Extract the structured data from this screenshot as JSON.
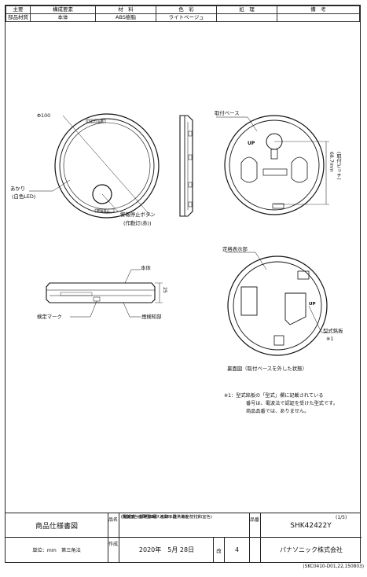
{
  "materials_table": {
    "headers": [
      "主要",
      "構成要素",
      "材　料",
      "色　彩",
      "処　理",
      "備　考"
    ],
    "row_label": "部品材質",
    "row": [
      "本体",
      "ABS樹脂",
      "ライトベージュ",
      "",
      ""
    ]
  },
  "labels": {
    "diameter": "Φ100",
    "akari": "あかり",
    "akari_sub": "(白色LED)",
    "stop_button": "警報停止ボタン",
    "stop_button_sub": "(作動灯(赤))",
    "base": "取付ベース",
    "pitch_dim": "68.7mm",
    "pitch_sub": "(取付ピッチ)",
    "body": "本体",
    "height_dim": "25",
    "check_mark": "検定マーク",
    "smoke_sensor": "煙検知部",
    "rating_label": "定格表示部",
    "model_plate": "型式銘板",
    "model_plate_note": "※1",
    "back_view": "裏面図（取付ベースを外した状態）",
    "device_top_text": "けむり当番",
    "device_bottom_text": "警報停止",
    "up_text": "UP",
    "note_1": "※1：型式銘板の「型式」欄に記載されている",
    "note_2": "番号は、電波法で認証を受けた型式です。",
    "note_3": "商品品番では、ありません。"
  },
  "title_block": {
    "doc_type": "商品仕様書図",
    "hin_label": "品名",
    "name_1": "けむり当番薄型2種",
    "name_2": "(電池式・ワイヤレス連動子器・あかり付)",
    "name_3": "(警報音・音声警報・AiSEG連携機能付)",
    "name_color": "(和室色)",
    "ban_label": "品番",
    "model": "SHK42422Y",
    "page": "(1/5)",
    "unit": "単位：mm　第三角法",
    "date_label": "作成",
    "date": "2020年　5月 28日",
    "rev_label": "改",
    "rev": "4",
    "company": "パナソニック株式会社"
  },
  "footer_code": "(SKC0410-D01,22,150803)"
}
